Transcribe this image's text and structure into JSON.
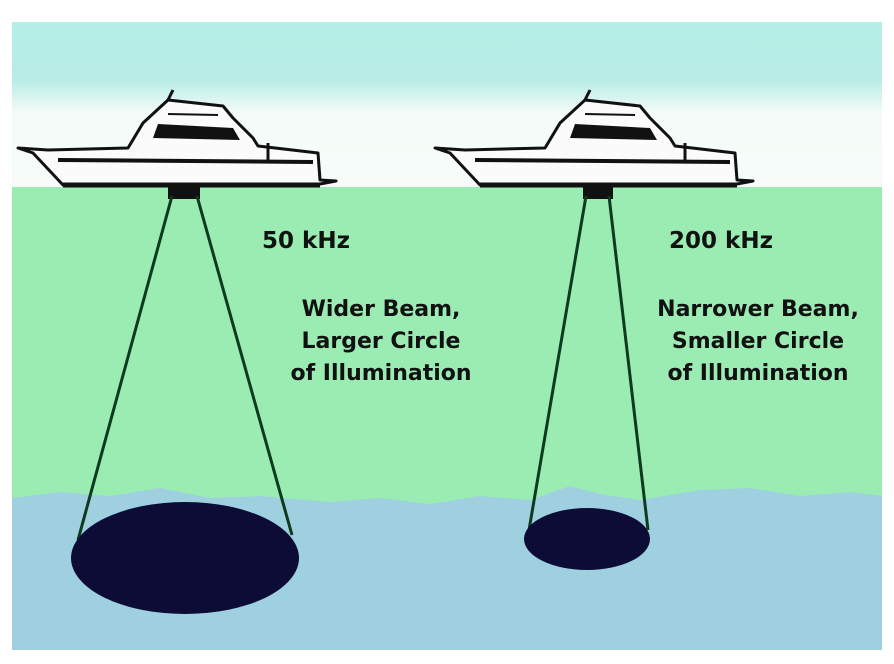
{
  "colors": {
    "sky": "#b4efe6",
    "haze": "#f4fbf8",
    "water": "#9aecb2",
    "seabed": "#9fd0e0",
    "footprint": "#0c0c36",
    "beam_line": "#0f3a20"
  },
  "left": {
    "frequency": "50 kHz",
    "description": [
      "Wider Beam,",
      "Larger Circle",
      "of Illumination"
    ]
  },
  "right": {
    "frequency": "200 kHz",
    "description": [
      "Narrower Beam,",
      "Smaller Circle",
      "of Illumination"
    ]
  }
}
